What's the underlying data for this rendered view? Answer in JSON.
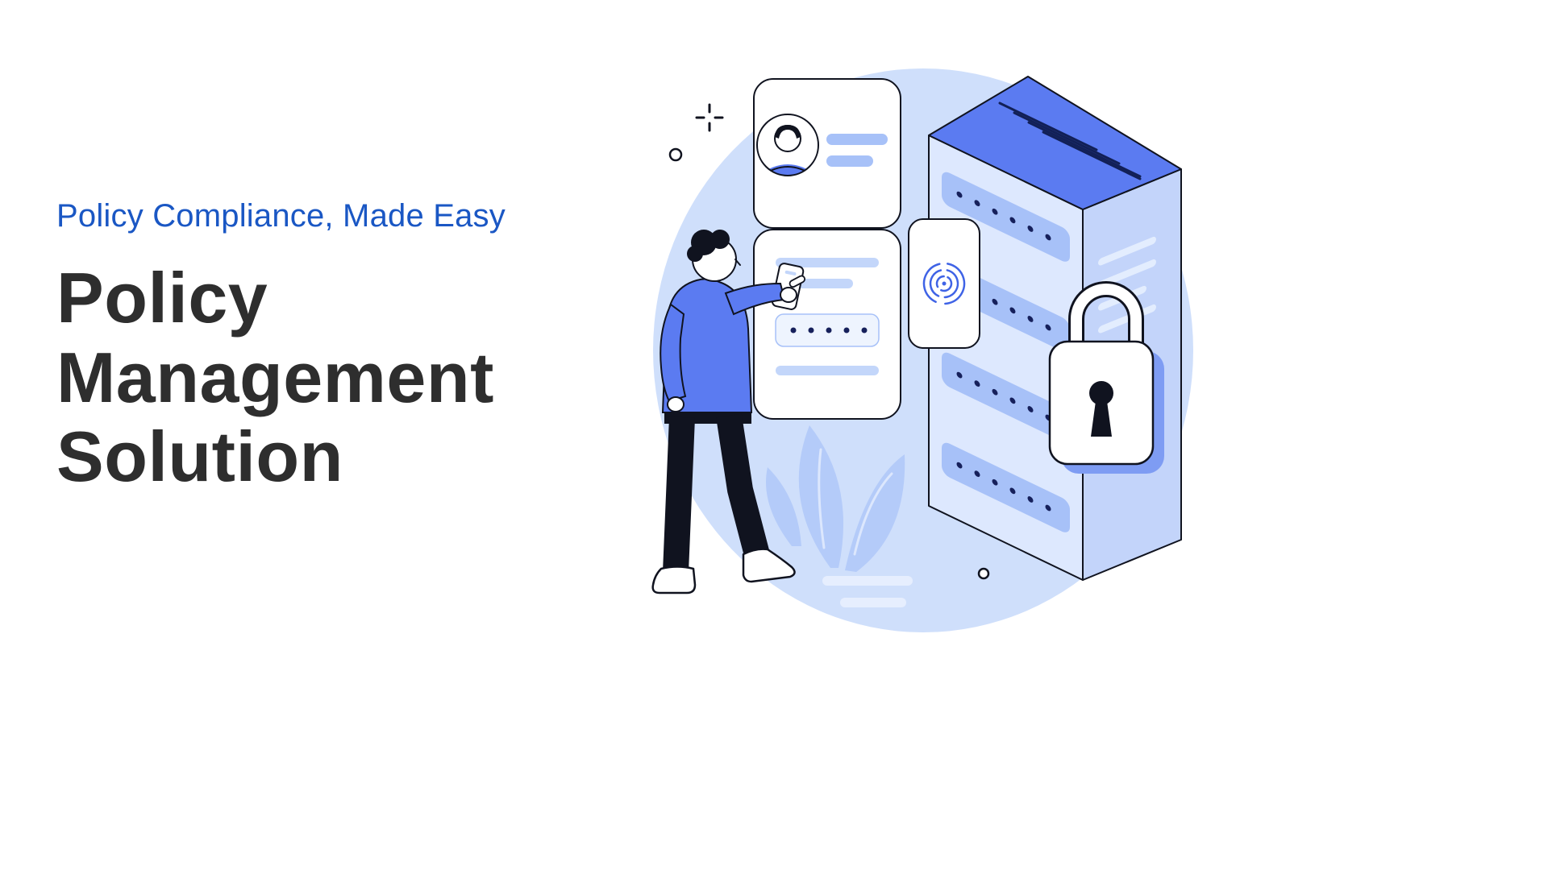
{
  "hero": {
    "eyebrow": "Policy Compliance, Made Easy",
    "heading": {
      "lines": [
        "Policy",
        "Management",
        "Solution"
      ]
    }
  },
  "colors": {
    "page-bg": "#ffffff",
    "eyebrow-blue": "#1a57c4",
    "heading-dark": "#2e2e2e",
    "illustration-primary": "#5b7bf1",
    "illustration-blob": "#cfdffb",
    "illustration-medium": "#a7c1f8",
    "illustration-leaf": "#b4cbf9",
    "outline-dark": "#10131f",
    "dot-navy": "#16205b"
  },
  "illustration": {
    "icons": [
      "profile-card",
      "user-avatar",
      "credentials-card",
      "password-dots",
      "fingerprint-scanner-icon",
      "server-tower",
      "padlock-icon",
      "keyhole-icon",
      "person-with-phone",
      "smartphone",
      "leaf-decoration",
      "sparkle-icon"
    ]
  }
}
